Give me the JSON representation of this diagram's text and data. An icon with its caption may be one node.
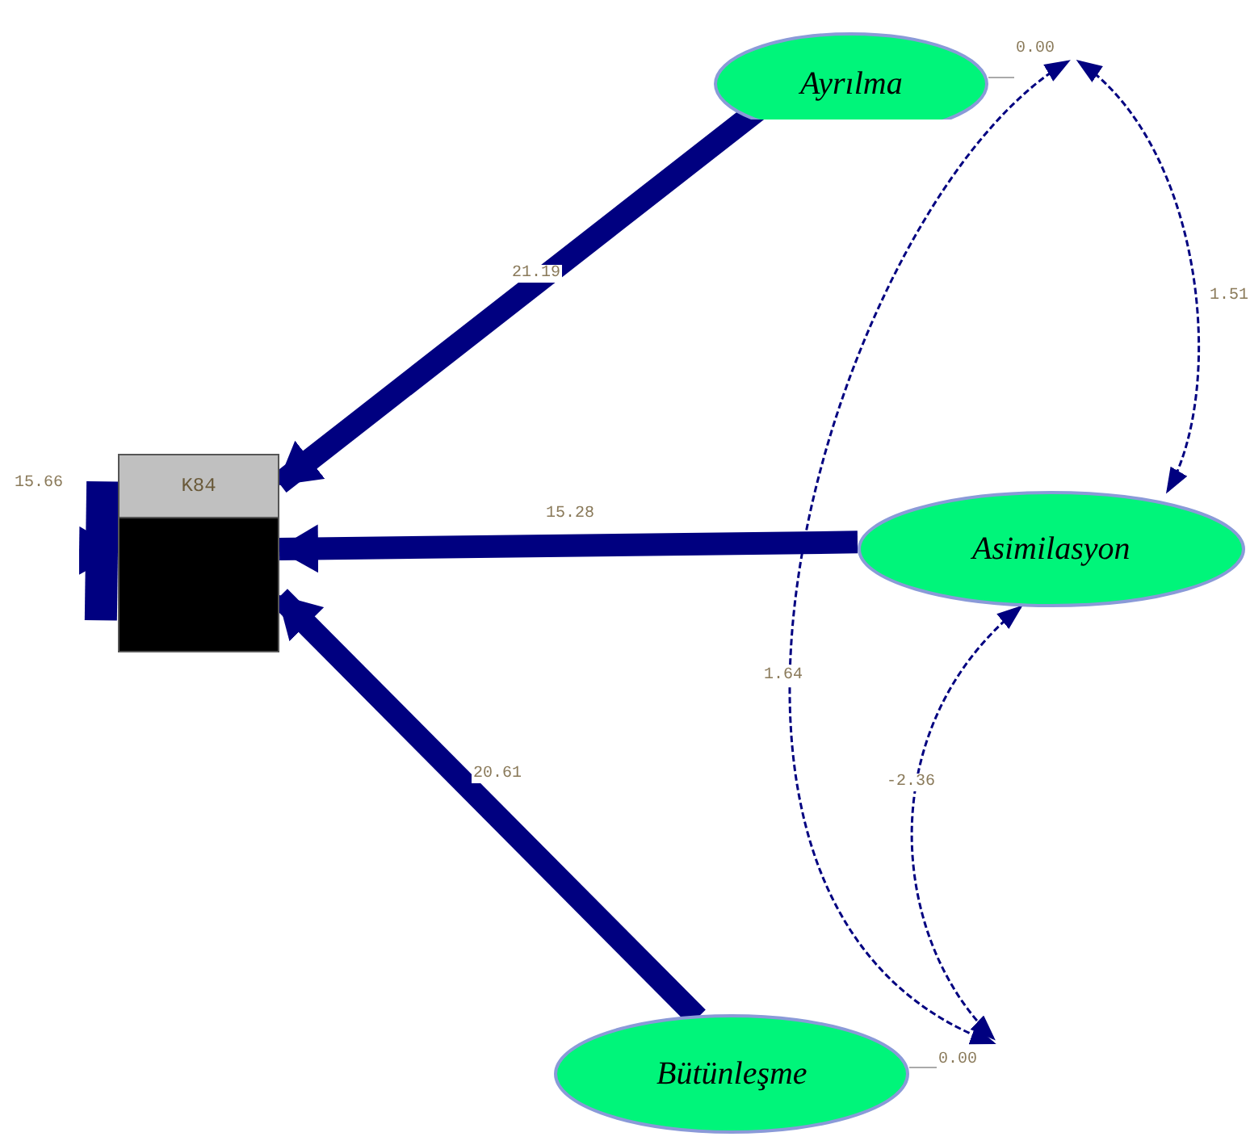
{
  "diagram": {
    "nodes": [
      {
        "text": [
          "K84"
        ]
      },
      {
        "text": [
          "Ayrılma"
        ],
        "beside": [
          "0.00"
        ]
      },
      {
        "text": [
          "Asimilasyon"
        ]
      },
      {
        "text": [
          "Bütünleşme"
        ],
        "beside": [
          "0.00"
        ]
      }
    ],
    "edges": [
      {
        "from": 1,
        "to": 0,
        "arrow": "to",
        "label": "21.19"
      },
      {
        "from": 2,
        "to": 0,
        "arrow": "to",
        "label": "15.28"
      },
      {
        "from": 3,
        "to": 0,
        "arrow": "to",
        "label": "20.61"
      },
      {
        "from": null,
        "to": 0,
        "arrow": "to",
        "label": "15.66",
        "style": "thick"
      },
      {
        "from": 1,
        "to": 2,
        "arrow": "both",
        "label": "1.51",
        "style": "dashed"
      },
      {
        "from": 1,
        "to": 3,
        "arrow": "both",
        "label": "1.64",
        "style": "dashed"
      },
      {
        "from": 2,
        "to": 3,
        "arrow": "both",
        "label": "-2.36",
        "style": "dashed"
      }
    ]
  }
}
